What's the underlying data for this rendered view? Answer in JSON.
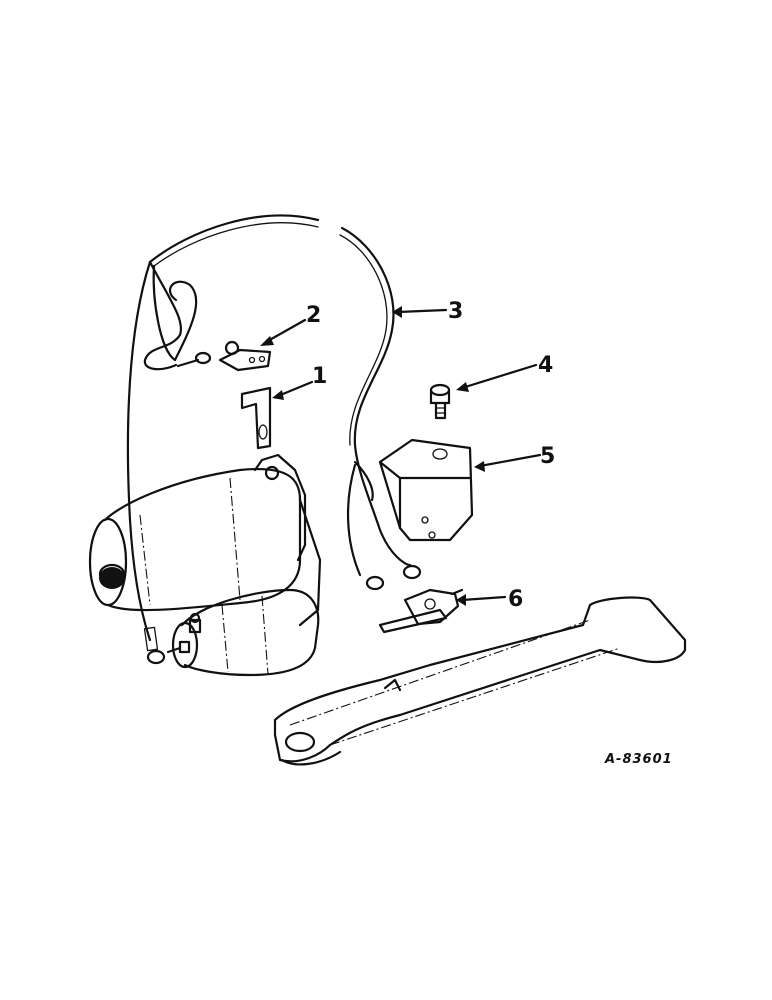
{
  "diagram": {
    "callouts": [
      {
        "id": "1",
        "label": "1"
      },
      {
        "id": "2",
        "label": "2"
      },
      {
        "id": "3",
        "label": "3"
      },
      {
        "id": "4",
        "label": "4"
      },
      {
        "id": "5",
        "label": "5"
      },
      {
        "id": "6",
        "label": "6"
      }
    ],
    "reference_code": "A-83601"
  }
}
